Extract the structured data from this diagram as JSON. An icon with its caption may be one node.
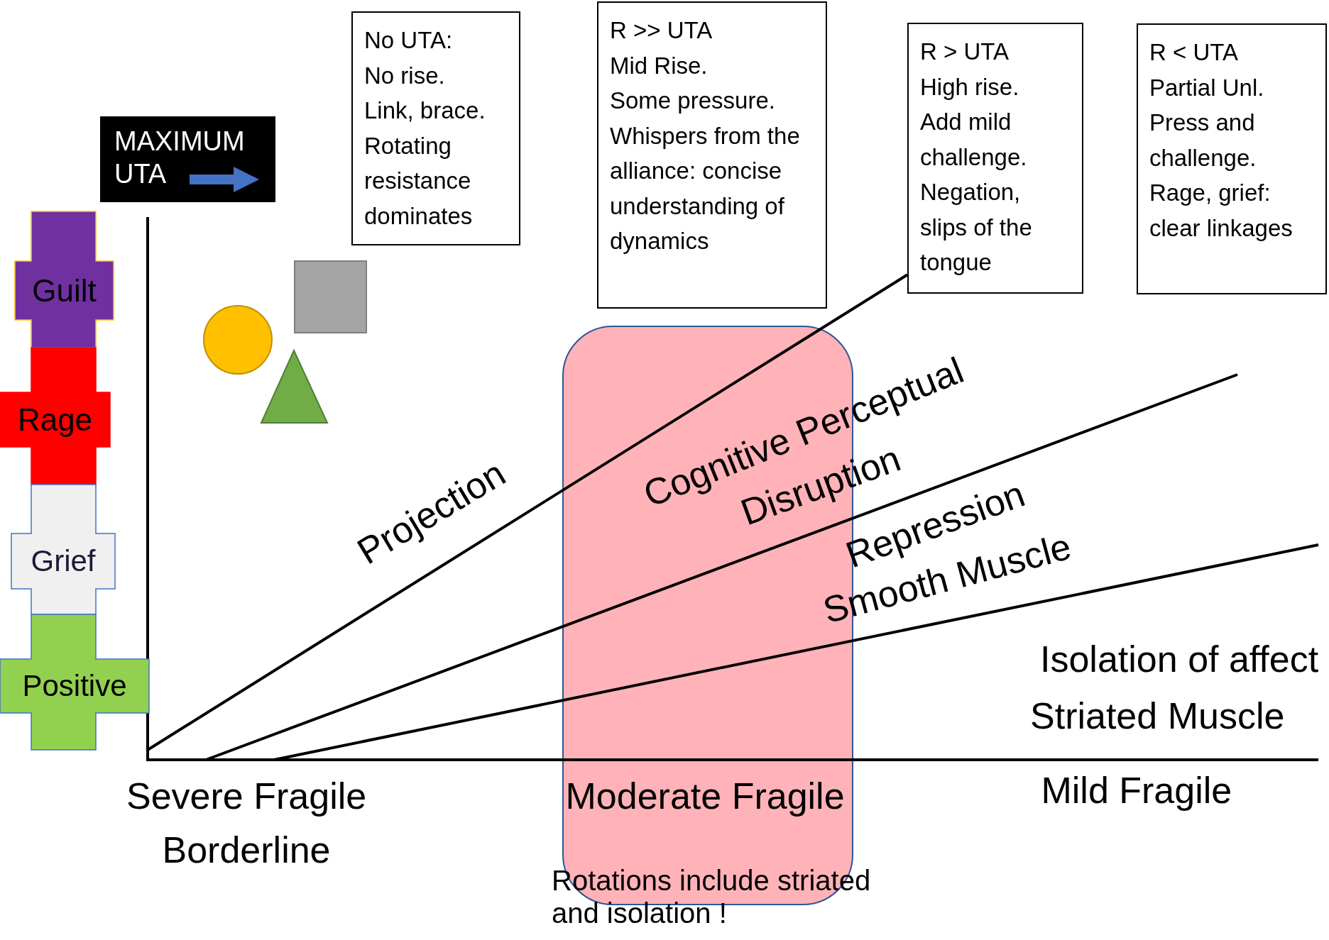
{
  "diagram": {
    "nodes": [
      {
        "text": [
          "MAXIMUM UTA"
        ]
      },
      {
        "text": [
          "No UTA:",
          "No rise.",
          "Link, brace.",
          "Rotating resistance dominates"
        ]
      },
      {
        "text": [
          "R >> UTA",
          "Mid Rise.",
          "Some pressure.",
          "Whispers from the alliance: concise understanding of dynamics"
        ]
      },
      {
        "text": [
          "R > UTA",
          "High rise.",
          "Add mild challenge.",
          "Negation, slips of the tongue"
        ]
      },
      {
        "text": [
          "R < UTA",
          "Partial Unl.",
          "Press and challenge.",
          "Rage, grief: clear linkages"
        ]
      },
      {
        "text": [
          "Guilt"
        ]
      },
      {
        "text": [
          "Rage"
        ]
      },
      {
        "text": [
          "Grief"
        ]
      },
      {
        "text": [
          "Positive"
        ]
      }
    ],
    "edges": [
      {
        "from": null,
        "to": 3,
        "arrow": "none"
      }
    ],
    "labels": [
      "Projection",
      "Cognitive Perceptual",
      "Disruption",
      "Repression",
      "Smooth Muscle",
      "Isolation of affect",
      "Striated Muscle",
      "Severe Fragile",
      "Borderline",
      "Moderate Fragile",
      "Mild Fragile",
      "Rotations include striated and isolation !"
    ]
  }
}
